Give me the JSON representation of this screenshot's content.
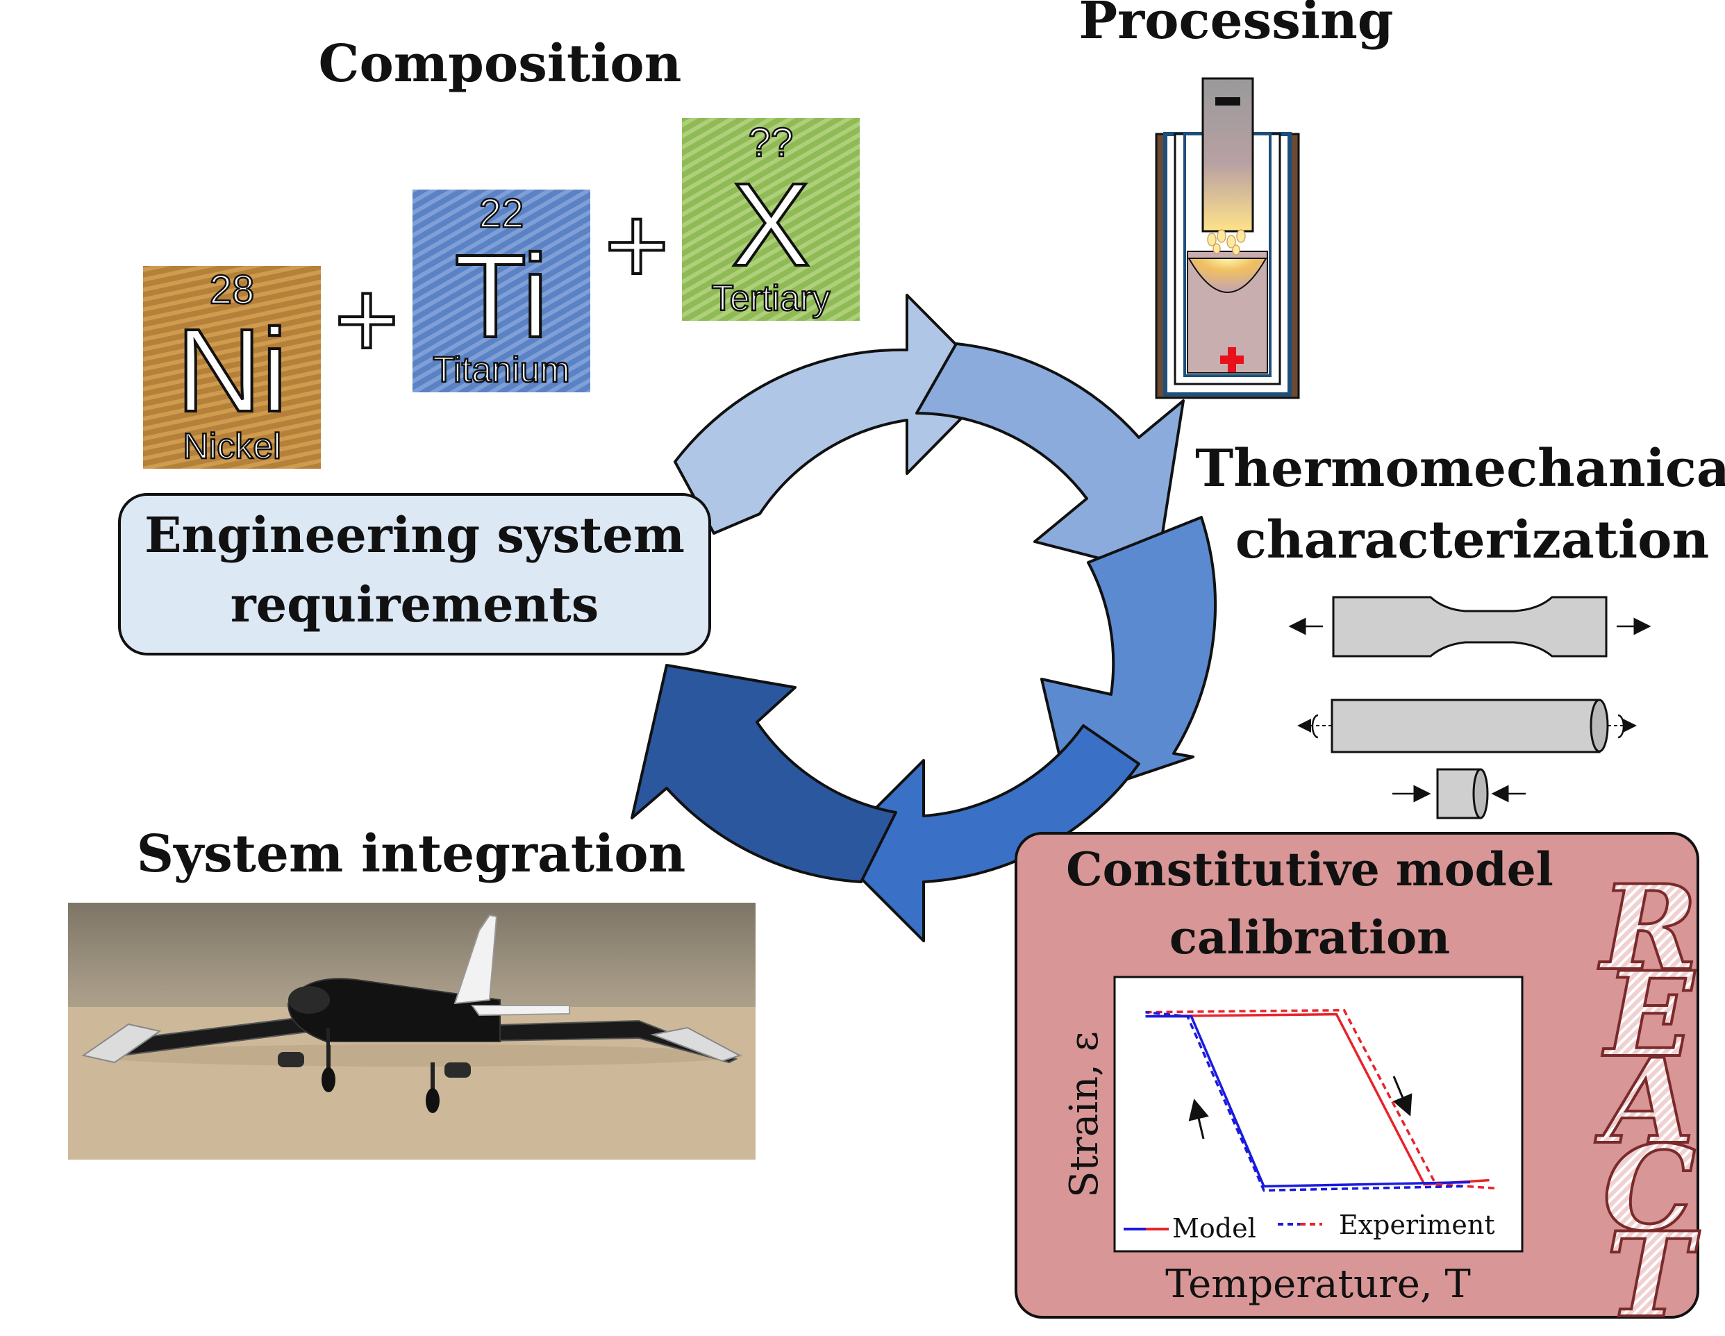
{
  "headings": {
    "composition": "Composition",
    "processing": "Processing",
    "thermo_line1": "Thermomechanical",
    "thermo_line2": "characterization",
    "system_integration": "System integration"
  },
  "requirements_box": {
    "line1": "Engineering system",
    "line2": "requirements"
  },
  "elements": [
    {
      "number": "28",
      "symbol": "Ni",
      "name": "Nickel",
      "color": "#b5803a"
    },
    {
      "number": "22",
      "symbol": "Ti",
      "name": "Titanium",
      "color": "#5b82c4"
    },
    {
      "number": "??",
      "symbol": "X",
      "name": "Tertiary",
      "color": "#93bf5a"
    }
  ],
  "plus_signs": [
    "+",
    "+"
  ],
  "calibration": {
    "title_line1": "Constitutive model",
    "title_line2": "calibration",
    "box_color": "#d89696",
    "react_letters": [
      "R",
      "E",
      "A",
      "C",
      "T"
    ]
  },
  "chart_data": {
    "type": "line",
    "xlabel": "Temperature, T",
    "ylabel": "Strain, ε",
    "legend": [
      "Model",
      "Experiment"
    ],
    "legend_placement": "bottom",
    "grid": false,
    "series": [
      {
        "name": "Model",
        "color": "#e8232a",
        "style": "solid",
        "branch": "heating",
        "x": [
          0.05,
          0.55,
          0.78,
          0.95
        ],
        "y": [
          0.92,
          0.93,
          0.1,
          0.12
        ]
      },
      {
        "name": "Model",
        "color": "#1a1ae0",
        "style": "solid",
        "branch": "cooling",
        "x": [
          0.9,
          0.36,
          0.17,
          0.05
        ],
        "y": [
          0.11,
          0.09,
          0.92,
          0.92
        ]
      },
      {
        "name": "Experiment",
        "color": "#e8232a",
        "style": "dashed",
        "branch": "heating",
        "x": [
          0.05,
          0.57,
          0.81,
          0.97
        ],
        "y": [
          0.94,
          0.95,
          0.1,
          0.08
        ]
      },
      {
        "name": "Experiment",
        "color": "#1a1ae0",
        "style": "dashed",
        "branch": "cooling",
        "x": [
          0.88,
          0.36,
          0.16,
          0.05
        ],
        "y": [
          0.09,
          0.07,
          0.92,
          0.94
        ]
      }
    ]
  },
  "cycle_colors": [
    "#b0c6e6",
    "#8aabdc",
    "#5b8ad0",
    "#3a70c6",
    "#2b579f"
  ],
  "colors": {
    "requirements_fill": "#dde8f5",
    "specimen_fill": "#cfcfcf",
    "heater_red": "#e8101a"
  }
}
